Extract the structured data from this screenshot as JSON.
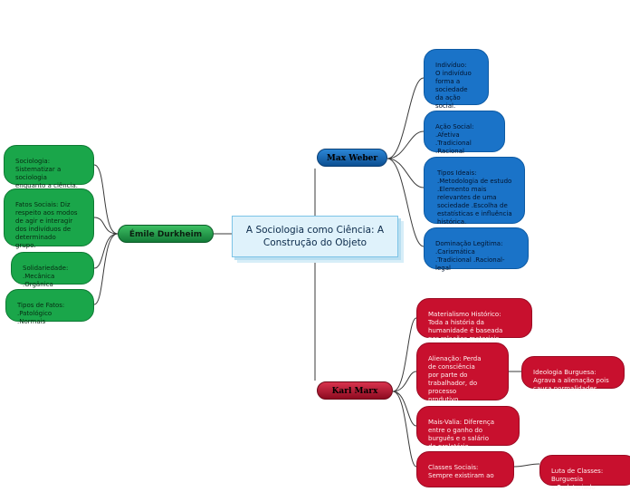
{
  "central": {
    "title": "A Sociologia como Ciência: A Construção do Objeto"
  },
  "durkheim": {
    "label": "Émile Durkheim",
    "children": [
      "Sociologia:\nSistematizar a\nsociologia\nenquanto a ciência.",
      "Fatos Sociais: Diz\nrespeito aos modos\nde agir e interagir\ndos indivíduos de\ndeterminado\ngrupo.",
      "Solidariedade:\n.Mecânica\n.Orgânica",
      "Tipos de Fatos:\n.Patológico\n.Normais"
    ]
  },
  "weber": {
    "label": "Max Weber",
    "children": [
      "Indivíduo:\nO indivíduo\nforma a\nsociedade\nda ação\nsocial.",
      "Ação Social:\n.Afetiva\n.Tradicional\n.Racional",
      "Tipos Ideais:\n.Metodologia de estudo\n.Elemento mais\nrelevantes de uma\nsociedade .Escolha de\nestatísticas e influência\nhistórica.",
      "Dominação Legítima:\n.Carismática\n.Tradicional .Racional-\nlegal"
    ]
  },
  "marx": {
    "label": "Karl Marx",
    "children": [
      "Materialismo Histórico:\nToda a história da\nhumanidade é baseada\npor relações materiais.",
      "Alienação: Perda\nde consciência\npor parte do\ntrabalhador, do\nprocesso\nprodutivo.",
      "Mais-Valia: Diferença\nentre o ganho do\nburguês e o salário\ndo proletário.",
      "Classes Sociais:\nSempre existiram ao"
    ],
    "grandchildren": {
      "alienacao": "Ideologia Burguesa:\nAgrava a alienação pois\ncausa normalidades.",
      "classes": "Luta de Classes: Burguesia\nx Proletariado"
    }
  },
  "colors": {
    "durkheim": "#1aa64a",
    "weber": "#1a73c8",
    "marx": "#c8102e",
    "central": "#dff2fb"
  }
}
